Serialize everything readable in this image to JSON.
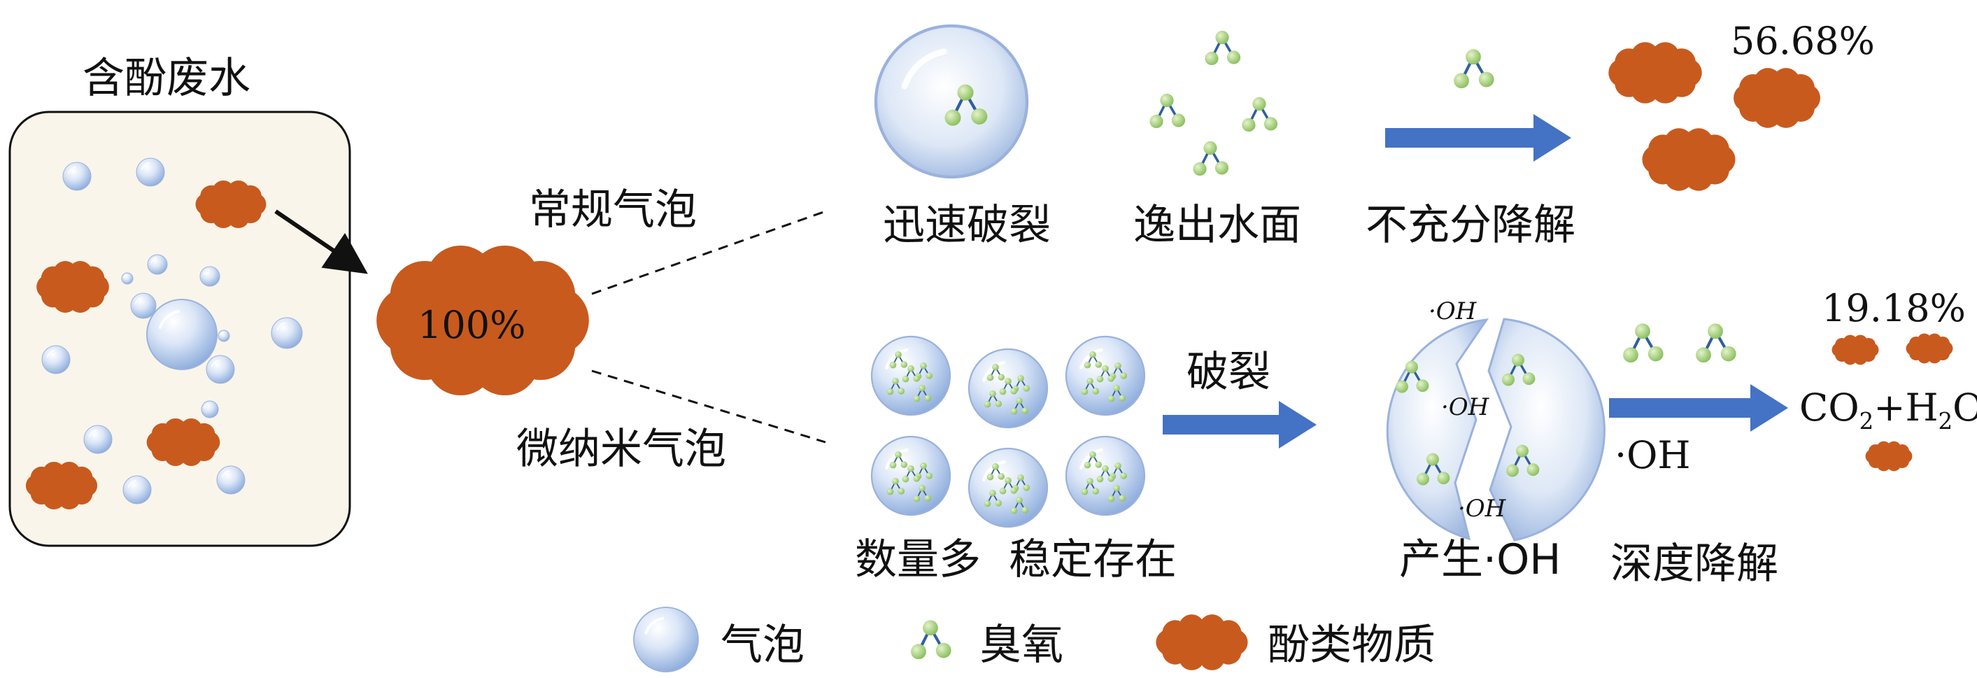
{
  "source": {
    "title": "含酚废水",
    "initial_percent": "100%"
  },
  "branches": {
    "conventional": {
      "label": "常规气泡",
      "steps": [
        "迅速破裂",
        "逸出水面",
        "不充分降解"
      ],
      "result_percent": "56.68%"
    },
    "micro_nano": {
      "label": "微纳米气泡",
      "steps": [
        "数量多",
        "稳定存在",
        "破裂",
        "产生·OH",
        "深度降解"
      ],
      "radical": "·OH",
      "radical_small": "·OH",
      "result_percent": "19.18%",
      "products": {
        "co": "CO",
        "two": "2",
        "plus": "+H",
        "h2": "2",
        "o": "O"
      }
    }
  },
  "legend": {
    "bubble": "气泡",
    "ozone": "臭氧",
    "phenol": "酚类物质"
  },
  "colors": {
    "bubble": "#b9cdeb",
    "ozone_atom": "#a9d27a",
    "ozone_bond": "#2f5f9e",
    "phenol": "#c85a1e",
    "arrow": "#4472c4",
    "tank": "#faf5ea"
  }
}
